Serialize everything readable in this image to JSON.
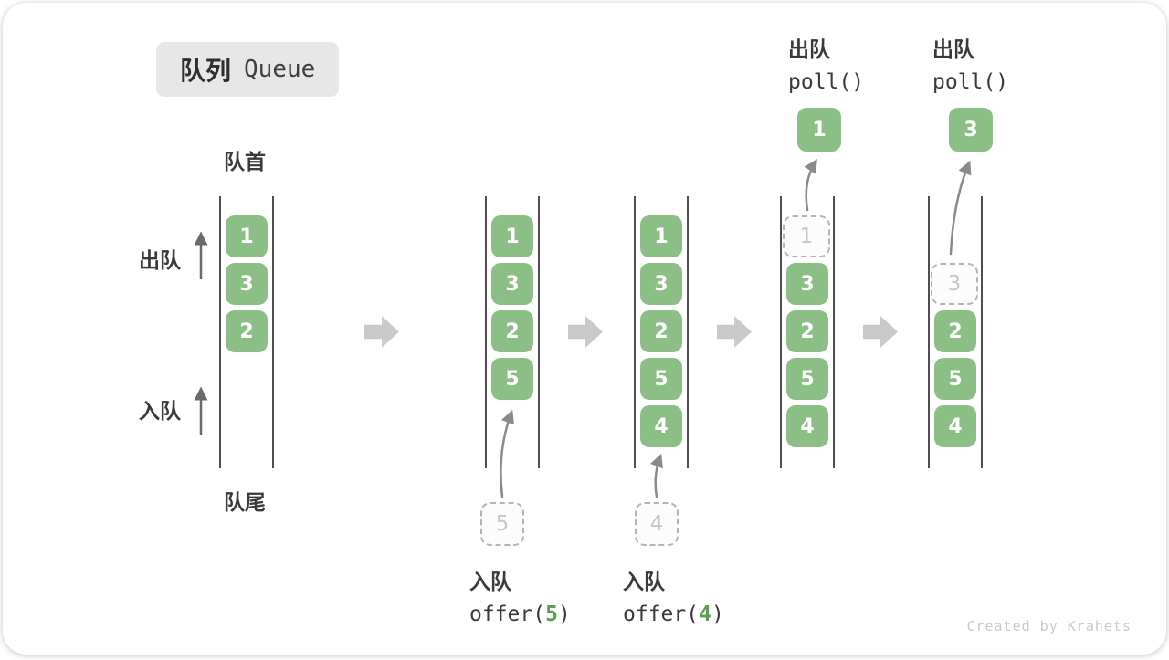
{
  "title": {
    "zh": "队列",
    "en": "Queue"
  },
  "labels": {
    "front": "队首",
    "rear": "队尾",
    "dequeue": "出队",
    "enqueue": "入队"
  },
  "stages": [
    {
      "boxes": [
        "1",
        "3",
        "2"
      ]
    },
    {
      "boxes": [
        "1",
        "3",
        "2",
        "5"
      ],
      "incoming": "5"
    },
    {
      "boxes": [
        "1",
        "3",
        "2",
        "5",
        "4"
      ],
      "incoming": "4"
    },
    {
      "boxes": [
        "3",
        "2",
        "5",
        "4"
      ],
      "removed": "1",
      "out": "1"
    },
    {
      "boxes": [
        "2",
        "5",
        "4"
      ],
      "removed": "3",
      "out": "3"
    }
  ],
  "annotations": {
    "enqueue5": {
      "title": "入队",
      "code_prefix": "offer(",
      "code_arg": "5",
      "code_suffix": ")"
    },
    "enqueue4": {
      "title": "入队",
      "code_prefix": "offer(",
      "code_arg": "4",
      "code_suffix": ")"
    },
    "dequeue1": {
      "title": "出队",
      "code": "poll()"
    },
    "dequeue2": {
      "title": "出队",
      "code": "poll()"
    }
  },
  "watermark": "Created by Krahets",
  "colors": {
    "element_green": "#8cbf85",
    "code_arg_green": "#5b9e4d",
    "ghost_gray": "#b3b3b3",
    "block_arrow_gray": "#c9c9c9",
    "line_dark": "#4f4f4f",
    "text_dark": "#3a3a3a",
    "badge_gray": "#e7e7e7"
  }
}
